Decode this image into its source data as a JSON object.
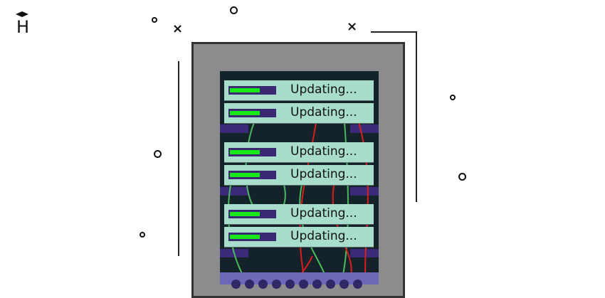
{
  "logo": {
    "letter": "H"
  },
  "rack": {
    "units": [
      {
        "label": "Updating...",
        "progress": 0.66
      },
      {
        "label": "Updating...",
        "progress": 0.66
      },
      {
        "label": "Updating...",
        "progress": 0.66
      },
      {
        "label": "Updating...",
        "progress": 0.66
      },
      {
        "label": "Updating...",
        "progress": 0.66
      },
      {
        "label": "Updating...",
        "progress": 0.66
      }
    ]
  },
  "colors": {
    "frame": "#8c8c8e",
    "rack": "#14232a",
    "unit": "#a8dccb",
    "progress": "#18e818",
    "wire_green": "#4cb860",
    "wire_red": "#d81e1e"
  }
}
